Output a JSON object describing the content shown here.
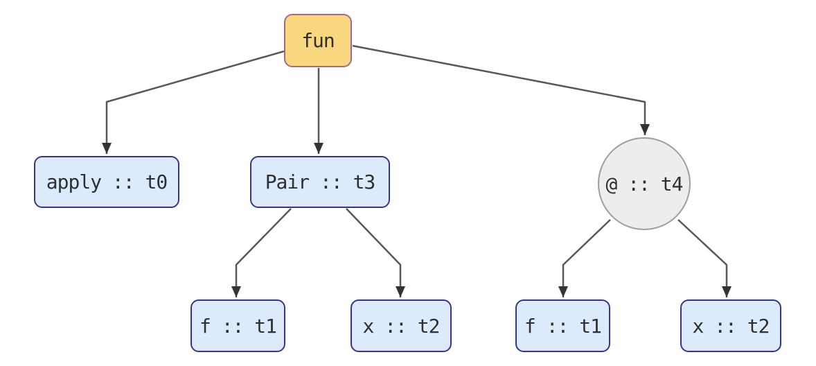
{
  "diagram": {
    "type": "tree",
    "description": "Typed abstract syntax tree with function application nodes",
    "colors": {
      "background": "#ffffff",
      "node_yellow_fill": "#f8d77e",
      "node_yellow_stroke": "#9c6a8f",
      "node_blue_fill": "#dcebfc",
      "node_blue_stroke": "#37338f",
      "node_gray_fill": "#ededed",
      "node_gray_stroke": "#9e9e9e",
      "edge_stroke": "#585858",
      "arrow_fill": "#333333",
      "text_color": "#2f2f2f"
    },
    "nodes": [
      {
        "id": "fun",
        "label": "fun",
        "shape": "rounded-rectangle",
        "style": "yellow"
      },
      {
        "id": "apply",
        "label": "apply :: t0",
        "shape": "rounded-rectangle",
        "style": "blue"
      },
      {
        "id": "pair",
        "label": "Pair :: t3",
        "shape": "rounded-rectangle",
        "style": "blue"
      },
      {
        "id": "at",
        "label": "@ :: t4",
        "shape": "circle",
        "style": "gray"
      },
      {
        "id": "f-left",
        "label": "f :: t1",
        "shape": "rounded-rectangle",
        "style": "blue"
      },
      {
        "id": "x-left",
        "label": "x :: t2",
        "shape": "rounded-rectangle",
        "style": "blue"
      },
      {
        "id": "f-right",
        "label": "f :: t1",
        "shape": "rounded-rectangle",
        "style": "blue"
      },
      {
        "id": "x-right",
        "label": "x :: t2",
        "shape": "rounded-rectangle",
        "style": "blue"
      }
    ],
    "edges": [
      {
        "from": "fun",
        "to": "apply",
        "arrow": "true"
      },
      {
        "from": "fun",
        "to": "pair",
        "arrow": "true"
      },
      {
        "from": "fun",
        "to": "at",
        "arrow": "true"
      },
      {
        "from": "pair",
        "to": "f-left",
        "arrow": "true"
      },
      {
        "from": "pair",
        "to": "x-left",
        "arrow": "true"
      },
      {
        "from": "at",
        "to": "f-right",
        "arrow": "true"
      },
      {
        "from": "at",
        "to": "x-right",
        "arrow": "true"
      }
    ]
  }
}
